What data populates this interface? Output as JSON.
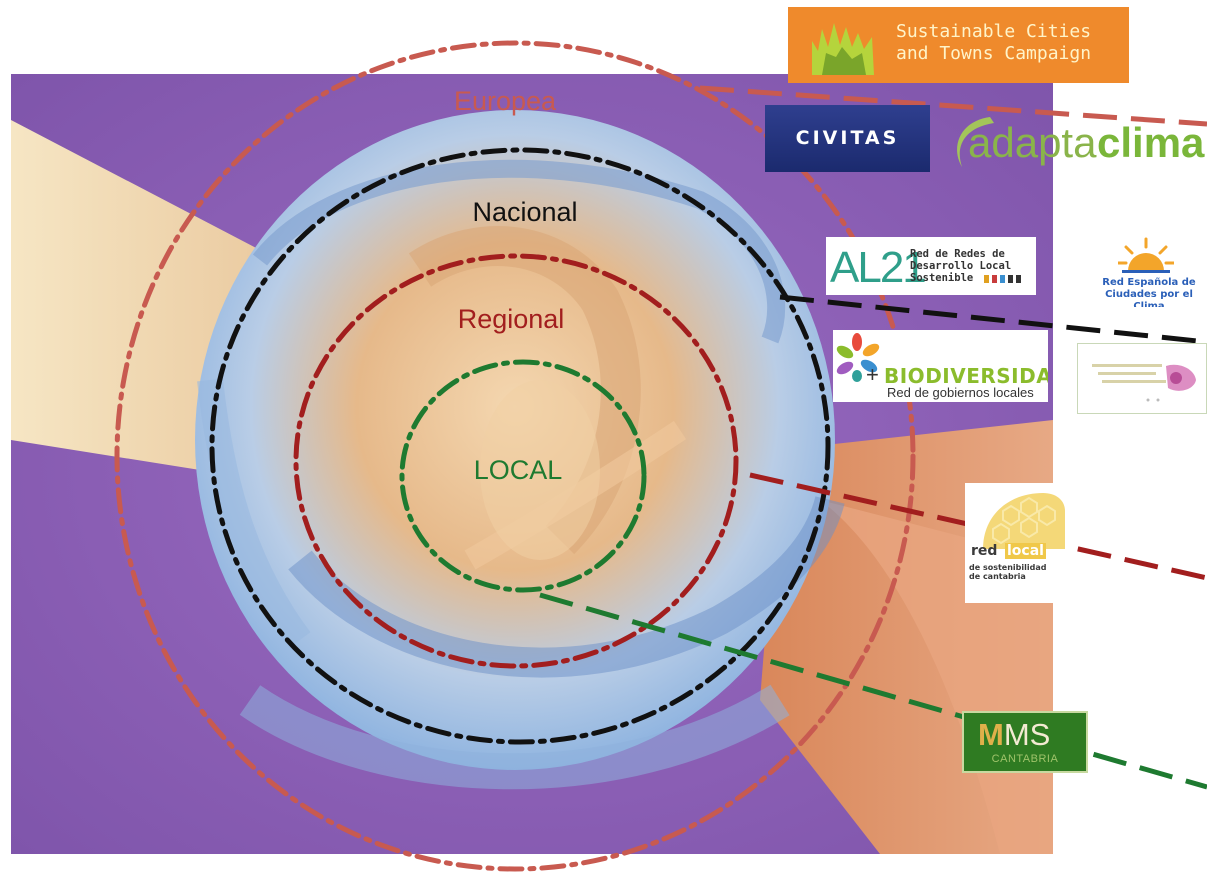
{
  "rings": {
    "europea": {
      "label": "Europea",
      "color": "#c85a50"
    },
    "nacional": {
      "label": "Nacional",
      "color": "#111111"
    },
    "regional": {
      "label": "Regional",
      "color": "#a21e1e"
    },
    "local": {
      "label": "LOCAL",
      "color": "#1e7a30"
    }
  },
  "logos": {
    "sustainable_cities": {
      "line1": "Sustainable Cities",
      "line2": "and Towns Campaign"
    },
    "civitas": {
      "text": "CIVITAS"
    },
    "adaptaclima": {
      "part1": "adapta",
      "part2": "clima"
    },
    "al21": {
      "big": "AL21",
      "line1": "Red de Redes de",
      "line2": "Desarrollo Local",
      "line3": "Sostenible"
    },
    "red_espanola": {
      "line1": "Red Española de",
      "line2": "Ciudades por el Clima"
    },
    "biodiversidad": {
      "plus": "+",
      "title": "BIODIVERSIDAD",
      "subtitle": "Red de gobiernos locales"
    },
    "red_local": {
      "word1": "red",
      "word2": "local",
      "line1": "de sostenibilidad",
      "line2": "de cantabria"
    },
    "mms": {
      "m": "M",
      "rest": "MS",
      "sub": "CANTABRIA"
    }
  },
  "colors": {
    "background_purple": "#8d5fb4",
    "hand_skin": "#e8a87c",
    "globe_blue": "#a9c6e8"
  }
}
